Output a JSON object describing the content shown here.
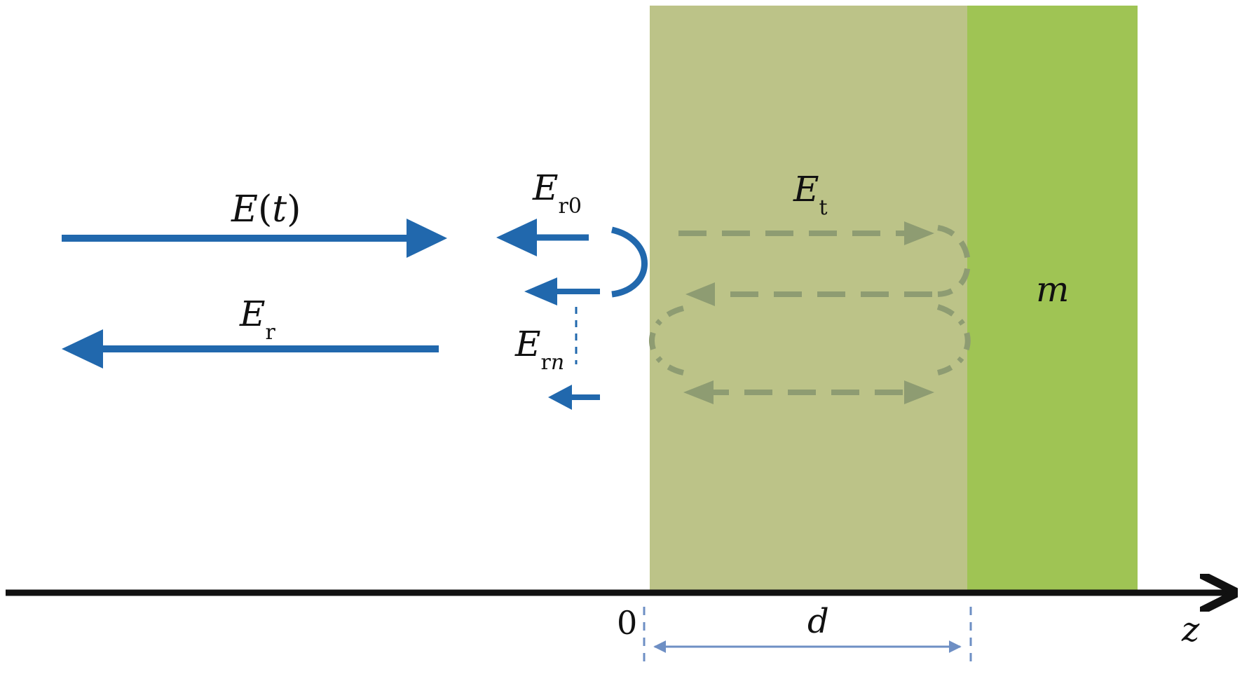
{
  "labels": {
    "incident": {
      "main": "E",
      "paren_open": "(",
      "arg": "t",
      "paren_close": ")"
    },
    "reflected_total": {
      "main": "E",
      "sub": "r"
    },
    "reflected_first": {
      "main": "E",
      "sub": "r0"
    },
    "reflected_nth": {
      "main": "E",
      "sub_r": "r",
      "sub_n": "n"
    },
    "transmitted": {
      "main": "E",
      "sub": "t"
    },
    "medium": "m",
    "origin": "0",
    "thickness": "d",
    "axis": "z"
  },
  "colors": {
    "arrow_blue": "#2168AD",
    "film": "#BCC388",
    "substrate": "#9FC454",
    "inner_dashed": "#8E9C72",
    "axis": "#111111",
    "dimension": "#6E8FC4"
  }
}
